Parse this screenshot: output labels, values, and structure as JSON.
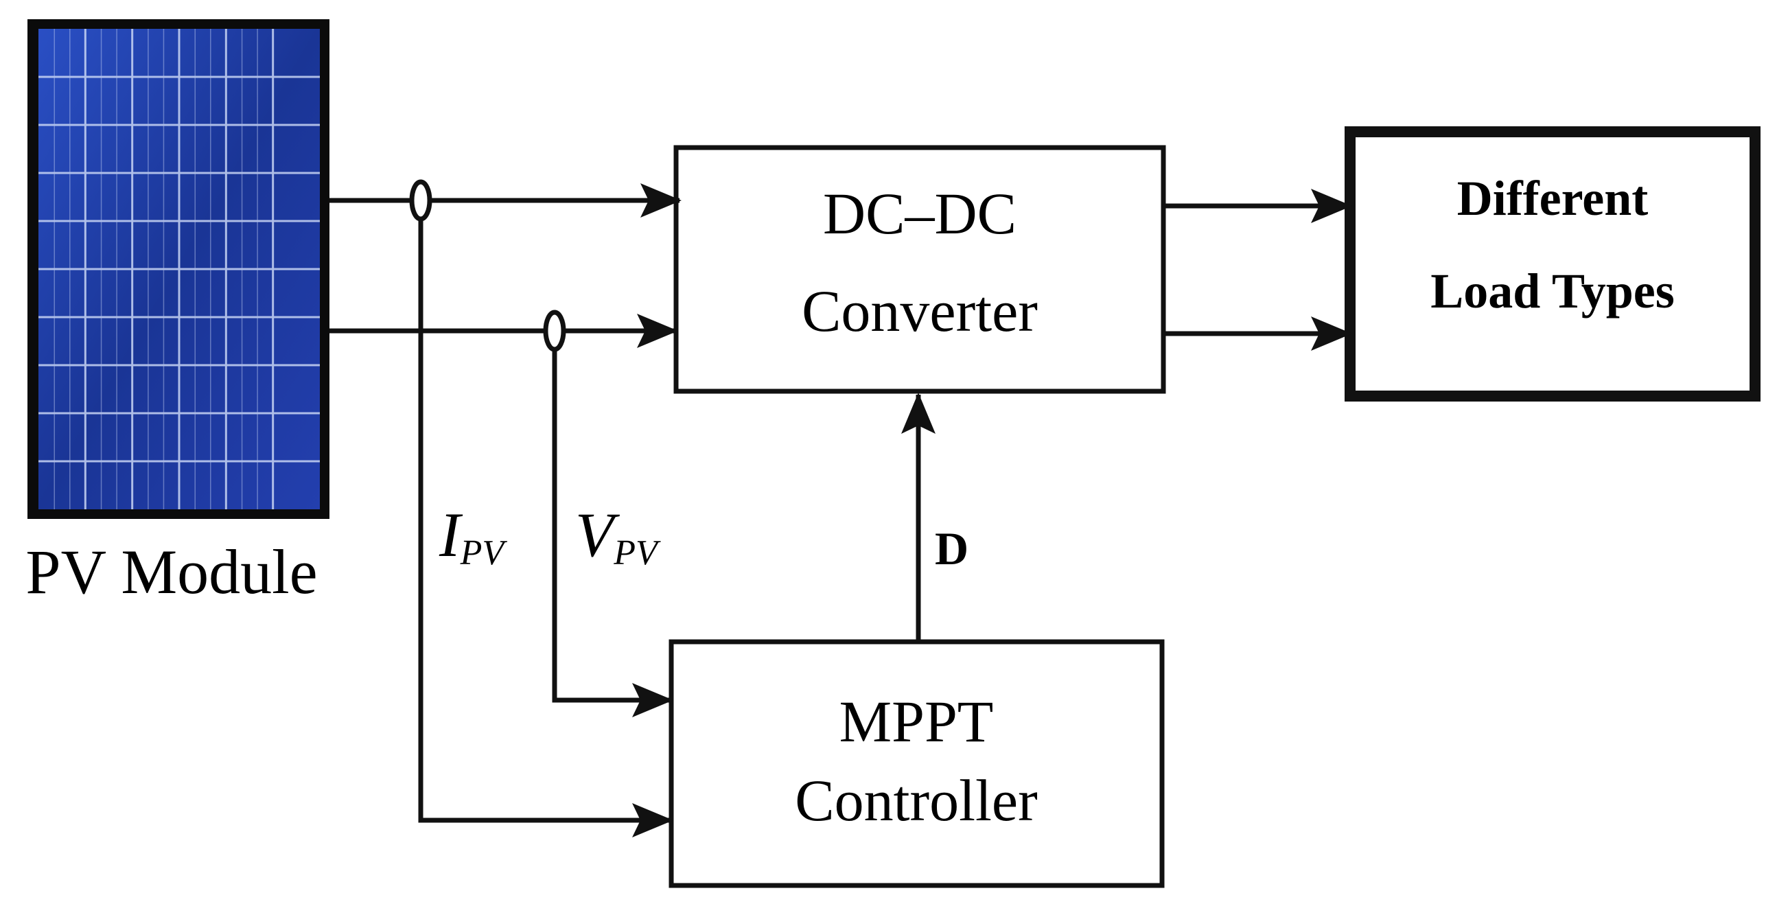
{
  "pv_module": {
    "label": "PV Module"
  },
  "converter": {
    "line1": "DC–DC",
    "line2": "Converter"
  },
  "load": {
    "line1": "Different",
    "line2": "Load Types"
  },
  "mppt": {
    "line1": "MPPT",
    "line2": "Controller"
  },
  "signals": {
    "current_main": "I",
    "current_sub": "PV",
    "voltage_main": "V",
    "voltage_sub": "PV",
    "duty": "D"
  },
  "colors": {
    "line": "#111111",
    "panel_cell": "#1d3a9e",
    "panel_grid": "#c9d6f5"
  }
}
